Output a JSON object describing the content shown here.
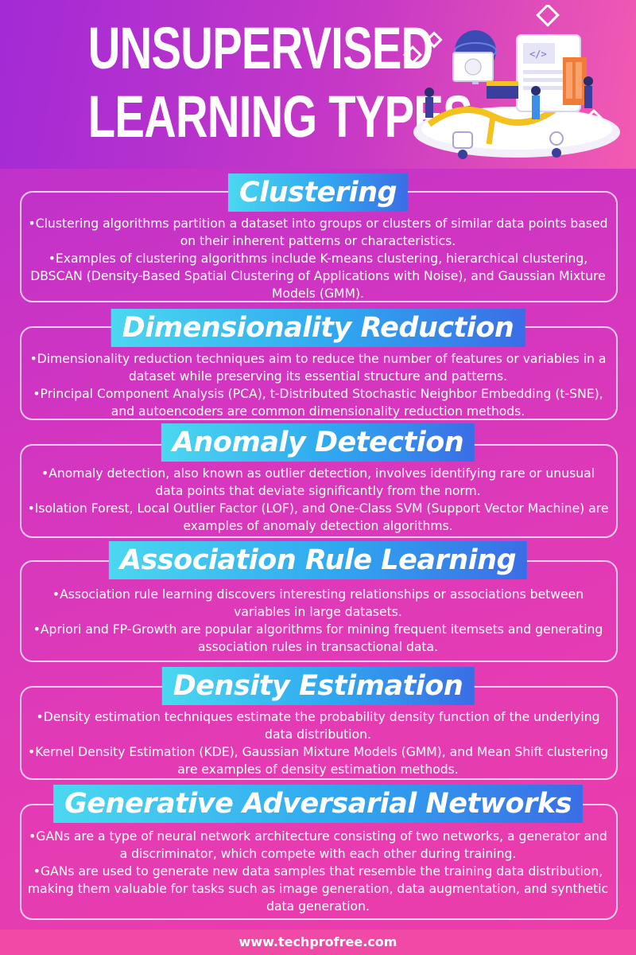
{
  "header": {
    "title_line1": "UNSUPERVISED",
    "title_line2": "LEARNING TYPES",
    "illustration_icon": "machine-learning-illustration"
  },
  "sections": [
    {
      "title": "Clustering",
      "bullets": [
        "•Clustering algorithms partition a dataset into groups or clusters of similar data points based on their inherent patterns or characteristics.",
        "•Examples of clustering algorithms include K-means clustering, hierarchical clustering, DBSCAN (Density-Based Spatial Clustering of Applications with Noise), and Gaussian Mixture Models (GMM)."
      ]
    },
    {
      "title": "Dimensionality Reduction",
      "bullets": [
        "•Dimensionality reduction techniques aim to reduce the number of features or variables in a dataset while preserving its essential structure and patterns.",
        "•Principal Component Analysis (PCA), t-Distributed Stochastic Neighbor Embedding (t-SNE), and autoencoders are common dimensionality reduction methods."
      ]
    },
    {
      "title": "Anomaly Detection",
      "bullets": [
        "•Anomaly detection, also known as outlier detection, involves identifying rare or unusual data points that deviate significantly from the norm.",
        "•Isolation Forest, Local Outlier Factor (LOF), and One-Class SVM (Support Vector Machine) are examples of anomaly detection algorithms."
      ]
    },
    {
      "title": "Association Rule Learning",
      "bullets": [
        "•Association rule learning discovers interesting relationships or associations between variables in large datasets.",
        "•Apriori and FP-Growth are popular algorithms for mining frequent itemsets and generating association rules in transactional data."
      ]
    },
    {
      "title": "Density Estimation",
      "bullets": [
        "•Density estimation techniques estimate the probability density function of the underlying data distribution.",
        "•Kernel Density Estimation (KDE), Gaussian Mixture Models (GMM), and Mean Shift clustering are examples of density estimation methods."
      ]
    },
    {
      "title": "Generative Adversarial Networks",
      "bullets": [
        "•GANs are a type of neural network architecture consisting of two networks, a generator and a discriminator, which compete with each other during training.",
        "•GANs are used to generate new data samples that resemble the training data distribution, making them valuable for tasks such as image generation, data augmentation, and synthetic data generation."
      ]
    }
  ],
  "footer": {
    "url": "www.techprofree.com"
  },
  "colors": {
    "background": "#d035c2",
    "title_badge_start": "#4bd8f0",
    "title_badge_end": "#3b6de6",
    "footer": "#f04aa6"
  }
}
